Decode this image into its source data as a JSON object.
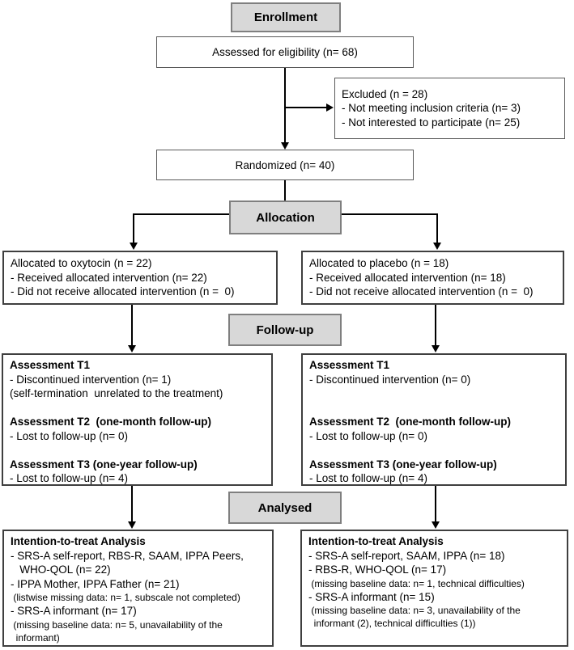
{
  "colors": {
    "background": "#ffffff",
    "stage_fill": "#d8d8d8",
    "stage_border": "#7f7f7f",
    "box_border": "#3f3f3f",
    "connector": "#000000"
  },
  "stages": {
    "enrollment": "Enrollment",
    "allocation": "Allocation",
    "followup": "Follow-up",
    "analysed": "Analysed"
  },
  "boxes": {
    "assessed": "Assessed for eligibility (n= 68)",
    "randomized": "Randomized (n= 40)",
    "excluded": [
      {
        "t": "Excluded (n = 28)"
      },
      {
        "t": "- Not meeting inclusion criteria (n= 3)"
      },
      {
        "t": "- Not interested to participate (n= 25)"
      }
    ],
    "allocated_oxytocin": [
      {
        "t": "Allocated to oxytocin (n = 22)"
      },
      {
        "t": "- Received allocated intervention (n= 22)"
      },
      {
        "t": "- Did not receive allocated intervention (n =  0)"
      }
    ],
    "allocated_placebo": [
      {
        "t": "Allocated to placebo (n = 18)"
      },
      {
        "t": "- Received allocated intervention (n= 18)"
      },
      {
        "t": "- Did not receive allocated intervention (n =  0)"
      }
    ],
    "followup_oxytocin": [
      {
        "t": "Assessment T1",
        "cls": "bold"
      },
      {
        "t": "- Discontinued intervention (n= 1)"
      },
      {
        "t": "(self-termination  unrelated to the treatment)"
      },
      {
        "t": "",
        "cls": "spacer"
      },
      {
        "t": "Assessment T2  (one-month follow-up)",
        "cls": "bold"
      },
      {
        "t": "- Lost to follow-up (n= 0)"
      },
      {
        "t": "",
        "cls": "spacer"
      },
      {
        "t": "Assessment T3 (one-year follow-up)",
        "cls": "bold"
      },
      {
        "t": "- Lost to follow-up (n= 4)"
      }
    ],
    "followup_placebo": [
      {
        "t": "Assessment T1",
        "cls": "bold"
      },
      {
        "t": "- Discontinued intervention (n= 0)"
      },
      {
        "t": "",
        "cls": "spacer"
      },
      {
        "t": "",
        "cls": "spacer"
      },
      {
        "t": "Assessment T2  (one-month follow-up)",
        "cls": "bold"
      },
      {
        "t": "- Lost to follow-up (n= 0)"
      },
      {
        "t": "",
        "cls": "spacer"
      },
      {
        "t": "Assessment T3 (one-year follow-up)",
        "cls": "bold"
      },
      {
        "t": "- Lost to follow-up (n= 4)"
      }
    ],
    "analysis_oxytocin": [
      {
        "t": "Intention-to-treat Analysis",
        "cls": "bold"
      },
      {
        "t": "- SRS-A self-report, RBS-R, SAAM, IPPA Peers,"
      },
      {
        "t": "   WHO-QOL (n= 22)"
      },
      {
        "t": "- IPPA Mother, IPPA Father (n= 21)"
      },
      {
        "t": " (listwise missing data: n= 1, subscale not completed)",
        "cls": "small"
      },
      {
        "t": "- SRS-A informant (n= 17)"
      },
      {
        "t": " (missing baseline data: n= 5, unavailability of the",
        "cls": "small"
      },
      {
        "t": "  informant)",
        "cls": "small"
      }
    ],
    "analysis_placebo": [
      {
        "t": "Intention-to-treat Analysis",
        "cls": "bold"
      },
      {
        "t": "- SRS-A self-report, SAAM, IPPA (n= 18)"
      },
      {
        "t": "- RBS-R, WHO-QOL (n= 17)"
      },
      {
        "t": " (missing baseline data: n= 1, technical difficulties)",
        "cls": "small"
      },
      {
        "t": "- SRS-A informant (n= 15)"
      },
      {
        "t": " (missing baseline data: n= 3, unavailability of the",
        "cls": "small"
      },
      {
        "t": "  informant (2), technical difficulties (1))",
        "cls": "small"
      }
    ]
  }
}
